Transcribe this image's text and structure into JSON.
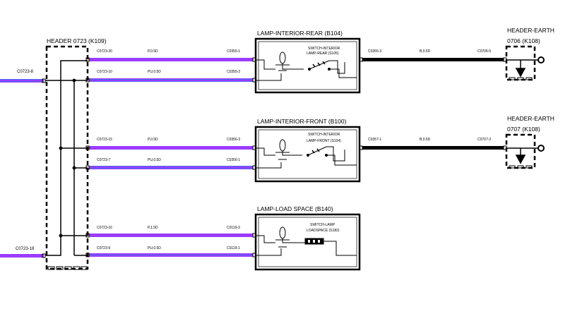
{
  "header_connector": {
    "line1": "HEADER 0723 (K109)"
  },
  "earth_header_1": {
    "line1": "HEADER-EARTH",
    "line2": "0706 (K108)"
  },
  "earth_header_2": {
    "line1": "HEADER-EARTH",
    "line2": "0707 (K108)"
  },
  "lamps": {
    "rear": {
      "title": "LAMP-INTERIOR-REAR (B104)",
      "switch_line1": "SWITCH-INTERIOR",
      "switch_line2": "LAMP-REAR (S105)"
    },
    "front": {
      "title": "LAMP-INTERIOR-FRONT (B100)",
      "switch_line1": "SWITCH-INTERIOR",
      "switch_line2": "LAMP-FRONT (S104)"
    },
    "load": {
      "title": "LAMP-LOAD SPACE (B140)",
      "switch_line1": "SWITCH-LAMP",
      "switch_line2": "LOADSPACE (S182)"
    }
  },
  "inputs": {
    "top_left": "C0723-8",
    "bottom_left": "C0723-18"
  },
  "wires": {
    "w1": {
      "from": "C0723-20",
      "spec": "P,0.5D",
      "to": "C0355-1"
    },
    "w2": {
      "from": "C0723-10",
      "spec": "PU,0.5D",
      "to": "C0355-2"
    },
    "w3": {
      "from": "C0723-15",
      "spec": "P,0.5D",
      "to": "C0356-3"
    },
    "w4": {
      "from": "C0723-7",
      "spec": "PU,0.5D",
      "to": "C0356-1"
    },
    "w5": {
      "from": "C0723-16",
      "spec": "P,1.5D",
      "to": "C0119-3"
    },
    "w6": {
      "from": "C0723-9",
      "spec": "PU,0.5D",
      "to": "C0119-1"
    },
    "e1": {
      "from": "C0355-3",
      "spec": "B,0.5D",
      "to": "C0706-5"
    },
    "e2": {
      "from": "C0357-1",
      "spec": "B,0.5D",
      "to": "C0707-2"
    }
  },
  "colors": {
    "purple": "#9b3bff",
    "blue": "#4a6cf0",
    "black": "#000000"
  }
}
